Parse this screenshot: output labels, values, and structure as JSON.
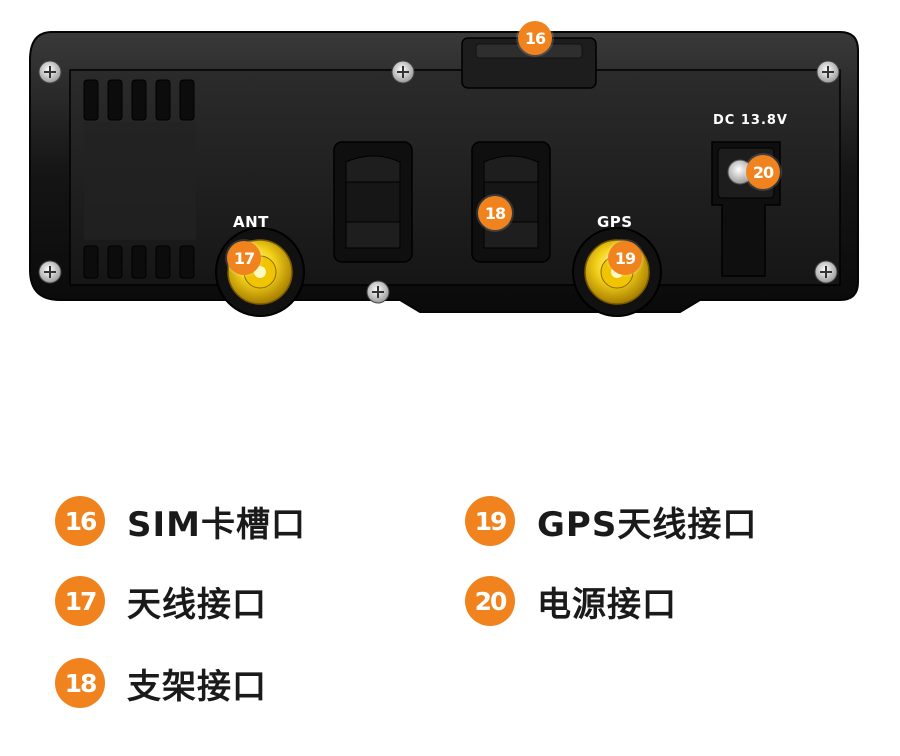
{
  "accent_color": "#f0831d",
  "device": {
    "labels": {
      "ant": "ANT",
      "gps": "GPS",
      "dc": "DC 13.8V"
    },
    "markers": {
      "sim": "16",
      "antenna": "17",
      "bracket": "18",
      "gps": "19",
      "power": "20"
    }
  },
  "legend": [
    {
      "number": "16",
      "label": "SIM卡槽口"
    },
    {
      "number": "17",
      "label": "天线接口"
    },
    {
      "number": "18",
      "label": "支架接口"
    },
    {
      "number": "19",
      "label": "GPS天线接口"
    },
    {
      "number": "20",
      "label": "电源接口"
    }
  ]
}
